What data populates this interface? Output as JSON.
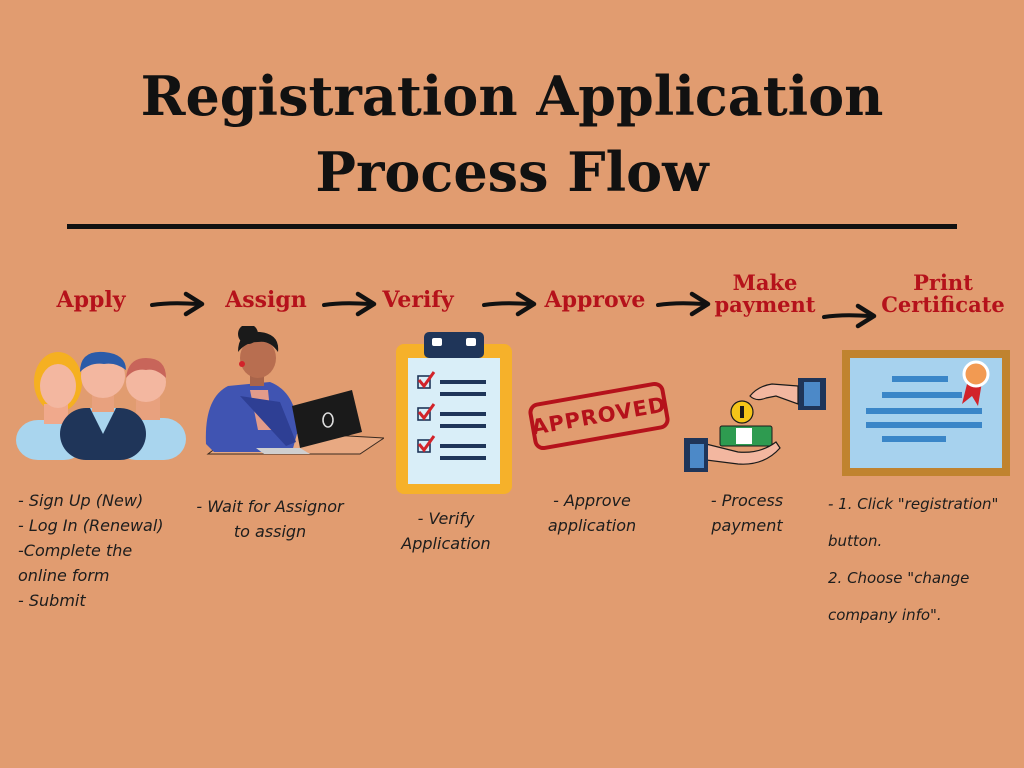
{
  "title": {
    "line1": "Registration Application",
    "line2": "Process Flow"
  },
  "steps": [
    {
      "label": "Apply",
      "description": [
        "- Sign Up (New)",
        "- Log In (Renewal)",
        "-Complete the",
        "online form",
        "- Submit"
      ]
    },
    {
      "label": "Assign",
      "description": [
        "- Wait for Assignor",
        "to assign"
      ]
    },
    {
      "label": "Verify",
      "description": [
        "- Verify",
        "Application"
      ]
    },
    {
      "label": "Approve",
      "description": [
        "- Approve",
        "application"
      ]
    },
    {
      "label_lines": [
        "Make",
        "payment"
      ],
      "description": [
        "- Process",
        "payment"
      ]
    },
    {
      "label_lines": [
        "Print",
        "Certificate"
      ],
      "description": [
        "- 1. Click \"registration\"",
        "button.",
        "2. Choose \"change",
        "company info\"."
      ]
    }
  ],
  "stamp_text": "APPROVED",
  "icons": [
    "people-group-icon",
    "woman-laptop-icon",
    "checklist-clipboard-icon",
    "approved-stamp-icon",
    "payment-hands-icon",
    "certificate-icon"
  ],
  "colors": {
    "background": "#E19C70",
    "label": "#B5121B",
    "text": "#111111",
    "stamp": "#B5121B"
  }
}
